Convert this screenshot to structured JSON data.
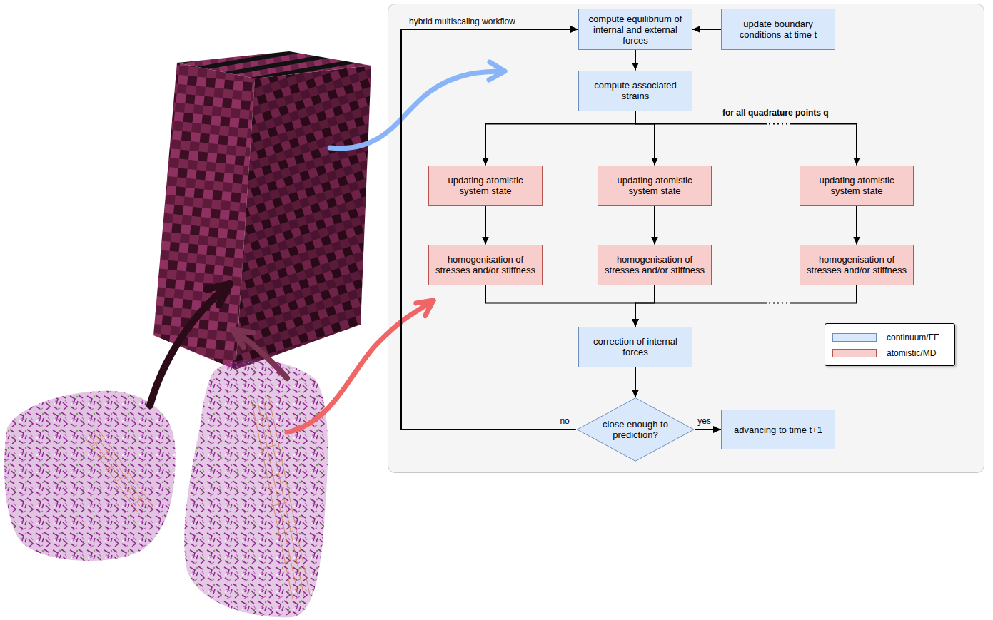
{
  "diagram": {
    "nodes": [
      {
        "text": [
          "compute equilibrium of internal and external forces"
        ]
      },
      {
        "text": [
          "update boundary conditions at time t"
        ]
      },
      {
        "text": [
          "compute associated strains"
        ]
      },
      {
        "text": [
          "updating atomistic system state"
        ]
      },
      {
        "text": [
          "homogenisation of stresses and/or stiffness"
        ]
      },
      {
        "text": [
          "updating atomistic system state"
        ]
      },
      {
        "text": [
          "homogenisation of stresses and/or stiffness"
        ]
      },
      {
        "text": [
          "updating atomistic system state"
        ]
      },
      {
        "text": [
          "homogenisation of stresses and/or stiffness"
        ]
      },
      {
        "text": [
          "correction of internal forces"
        ]
      },
      {
        "text": [
          "close enough to prediction?"
        ]
      },
      {
        "text": [
          "advancing to time t+1"
        ]
      }
    ],
    "edges": [
      {
        "from": 1,
        "to": 0,
        "arrow": "to"
      },
      {
        "from": 0,
        "to": 2,
        "arrow": "to"
      },
      {
        "from": 2,
        "to": 3,
        "arrow": "to"
      },
      {
        "from": 2,
        "to": 5,
        "arrow": "to"
      },
      {
        "from": 2,
        "to": 7,
        "arrow": "to"
      },
      {
        "from": 3,
        "to": 4,
        "arrow": "to"
      },
      {
        "from": 5,
        "to": 6,
        "arrow": "to"
      },
      {
        "from": 7,
        "to": 8,
        "arrow": "to"
      },
      {
        "from": 4,
        "to": 9,
        "arrow": "to"
      },
      {
        "from": 6,
        "to": 9,
        "arrow": "to"
      },
      {
        "from": 8,
        "to": 9,
        "arrow": "to"
      },
      {
        "from": 9,
        "to": 10,
        "arrow": "to"
      },
      {
        "from": 10,
        "to": 11,
        "label": "yes",
        "arrow": "to"
      },
      {
        "from": 10,
        "to": 0,
        "label": "no",
        "arrow": "to"
      }
    ],
    "labels": [
      "hybrid multiscaling workflow",
      "for all quadrature points q"
    ],
    "legend": [
      {
        "text": "continuum/FE",
        "color": "#dae8fc"
      },
      {
        "text": "atomistic/MD",
        "color": "#f8cecc"
      }
    ]
  }
}
